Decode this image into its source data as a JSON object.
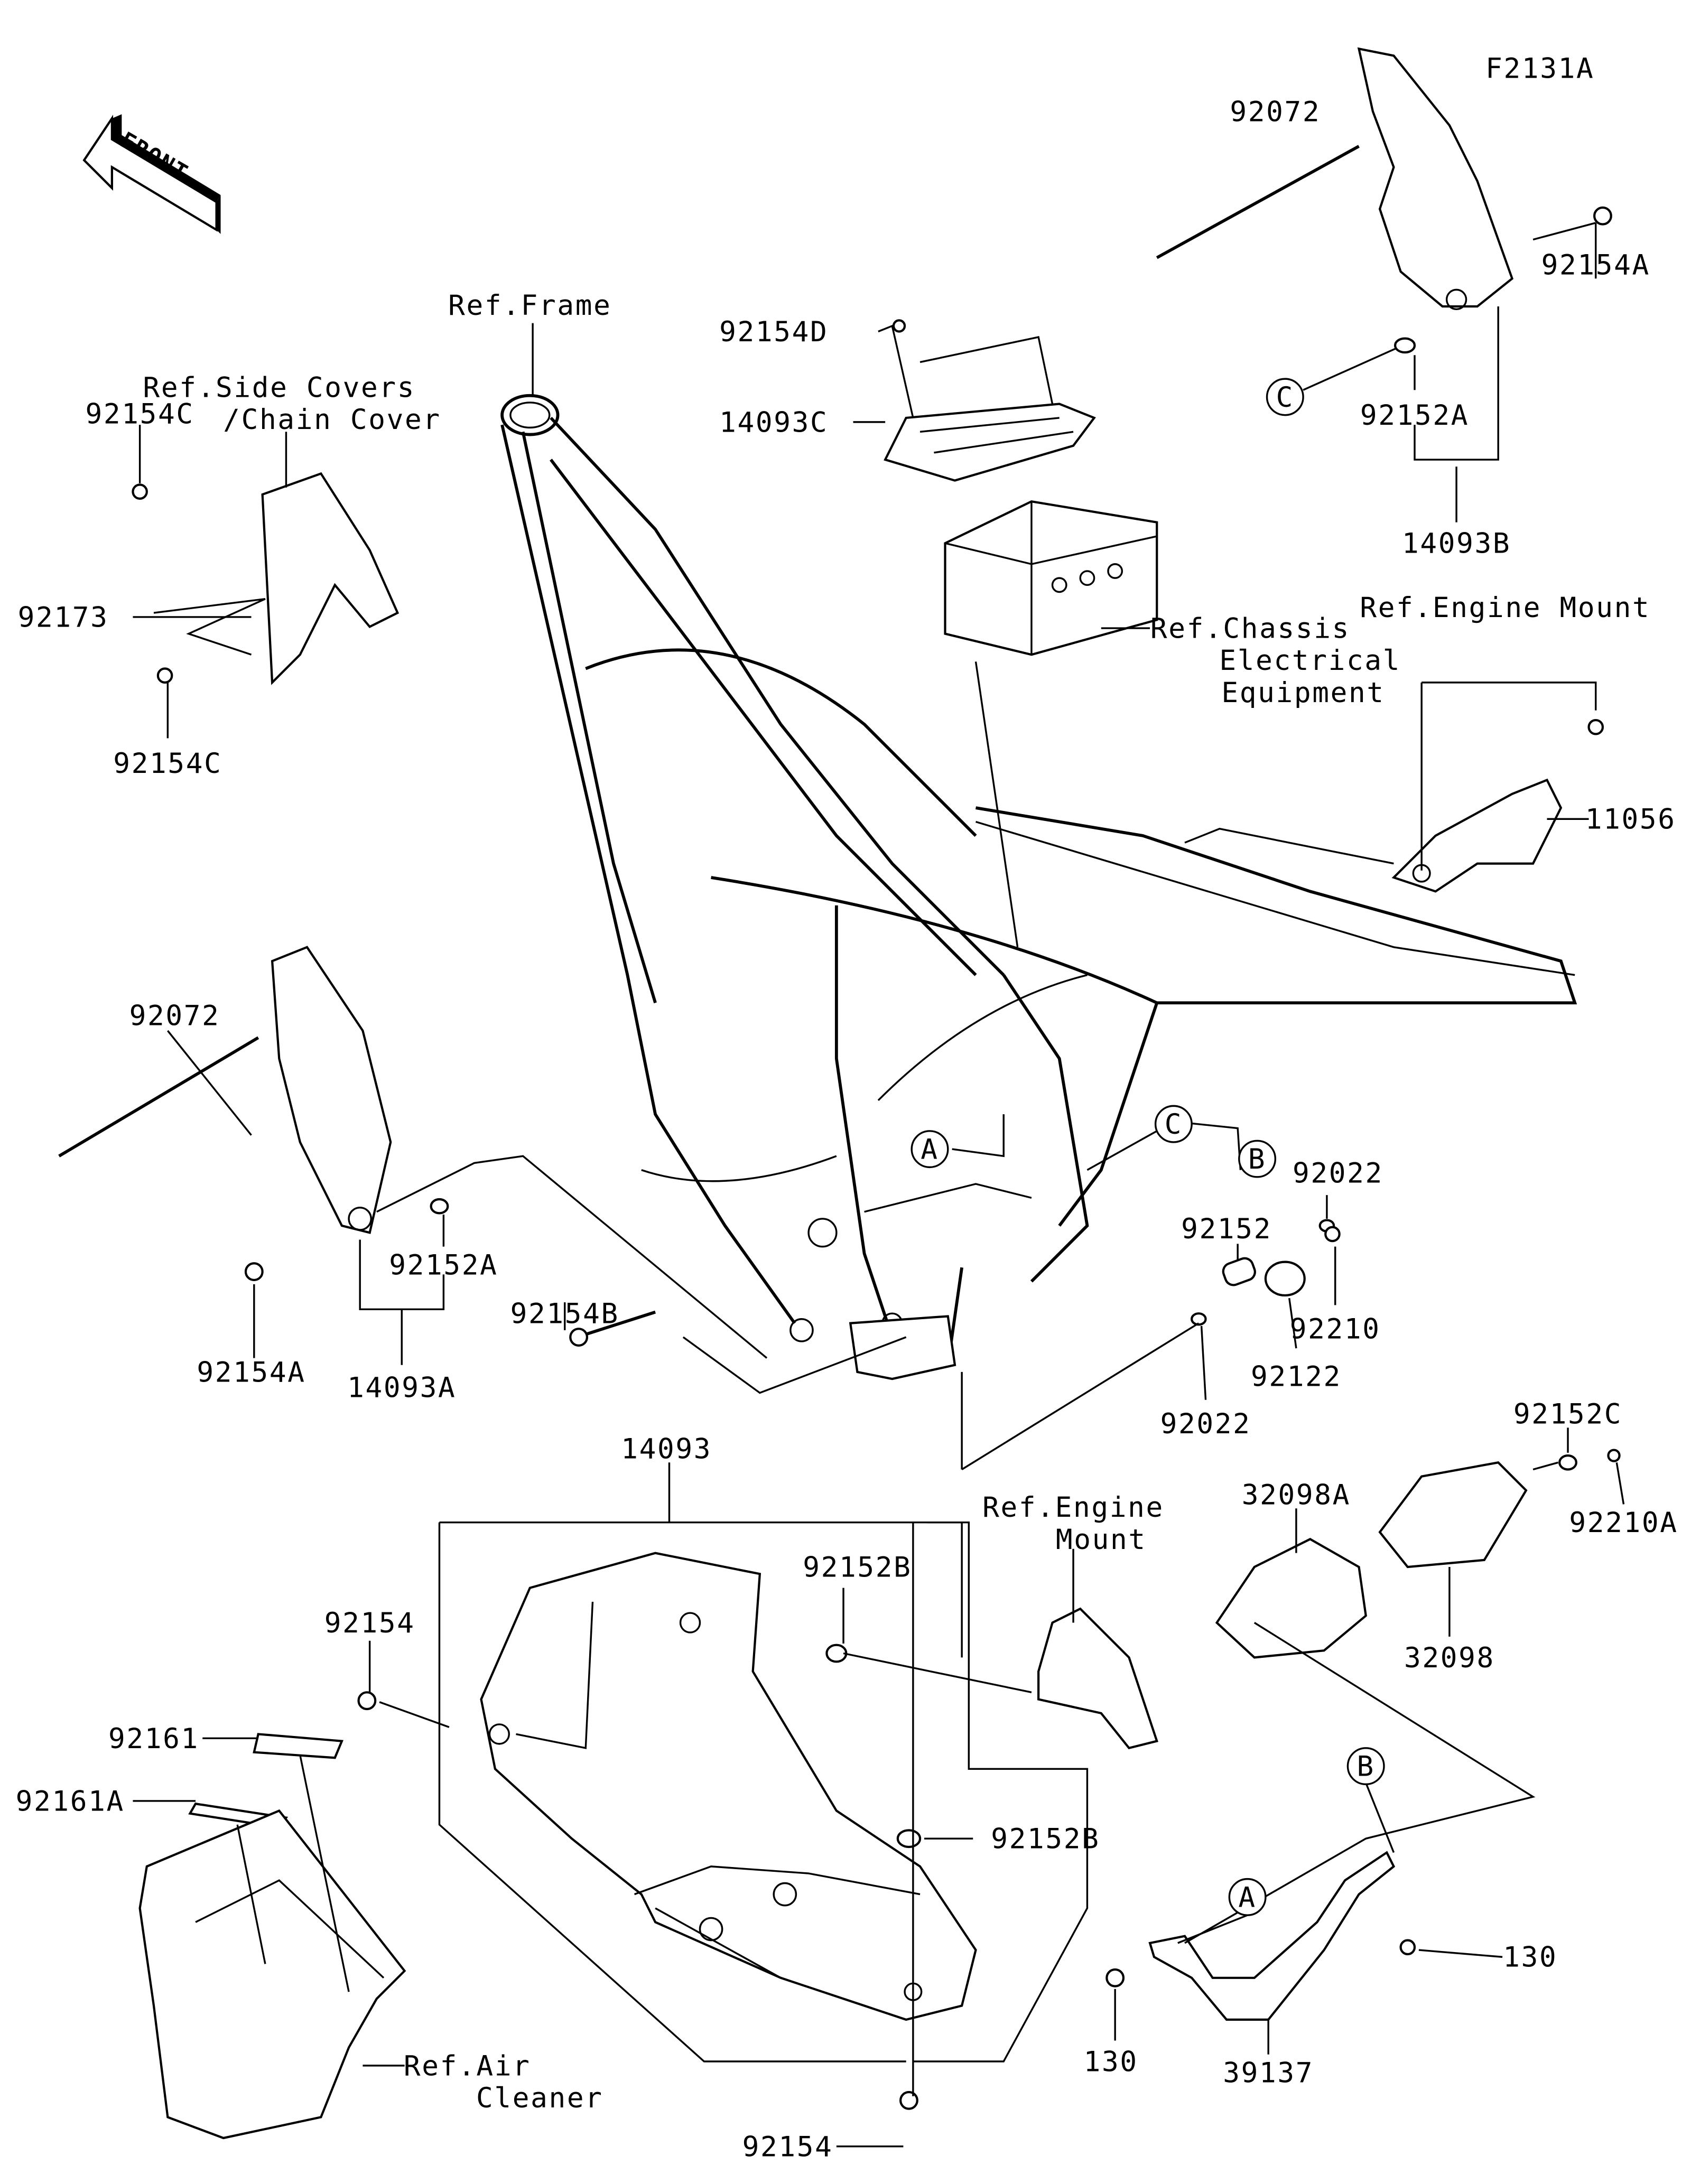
{
  "diagram_code": "F2131A",
  "front_arrow": "FRONT",
  "labels": {
    "p92072_top": "92072",
    "p92154A_top": "92154A",
    "p92152A_top": "92152A",
    "p14093B": "14093B",
    "ref_frame": "Ref.Frame",
    "ref_side_covers_1": "Ref.Side Covers",
    "ref_side_covers_2": "/Chain Cover",
    "p92154C_top": "92154C",
    "p92173": "92173",
    "p92154C_bottom": "92154C",
    "p92154D": "92154D",
    "p14093C": "14093C",
    "ref_chassis_1": "Ref.Chassis",
    "ref_chassis_2": "Electrical",
    "ref_chassis_3": "Equipment",
    "ref_engine_mount_top": "Ref.Engine Mount",
    "p11056": "11056",
    "p92072_left": "92072",
    "p92022_top": "92022",
    "p92152": "92152",
    "p92210": "92210",
    "p92122": "92122",
    "p92022_bottom": "92022",
    "p92152A_left": "92152A",
    "p92154A_left": "92154A",
    "p14093A": "14093A",
    "p92154B": "92154B",
    "p14093": "14093",
    "ref_engine_mount_mid_1": "Ref.Engine",
    "ref_engine_mount_mid_2": "Mount",
    "p92152B_top": "92152B",
    "p32098A": "32098A",
    "p32098": "32098",
    "p92152C": "92152C",
    "p92210A": "92210A",
    "p92154_left": "92154",
    "p92161": "92161",
    "p92161A": "92161A",
    "p92152B_mid": "92152B",
    "p130_right": "130",
    "p130_left": "130",
    "p39137": "39137",
    "ref_air_cleaner_1": "Ref.Air",
    "ref_air_cleaner_2": "Cleaner",
    "p92154_bottom": "92154"
  },
  "callouts": {
    "a": "A",
    "b": "B",
    "c": "C"
  }
}
